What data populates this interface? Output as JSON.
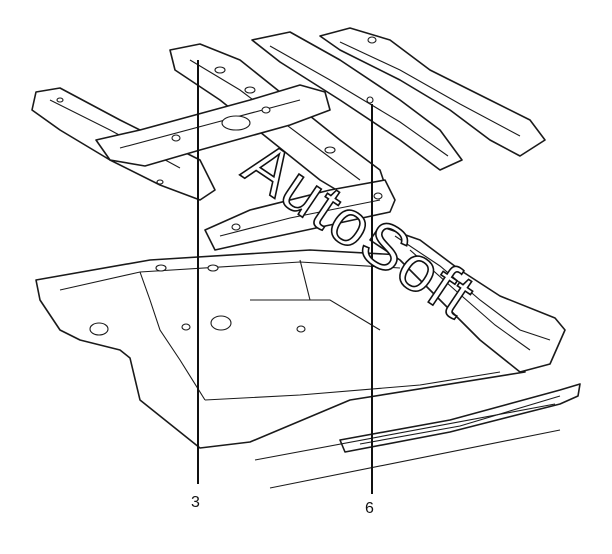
{
  "diagram": {
    "callouts": [
      {
        "label": "3"
      },
      {
        "label": "6"
      }
    ]
  },
  "watermark": {
    "text": "AutoSoft"
  }
}
